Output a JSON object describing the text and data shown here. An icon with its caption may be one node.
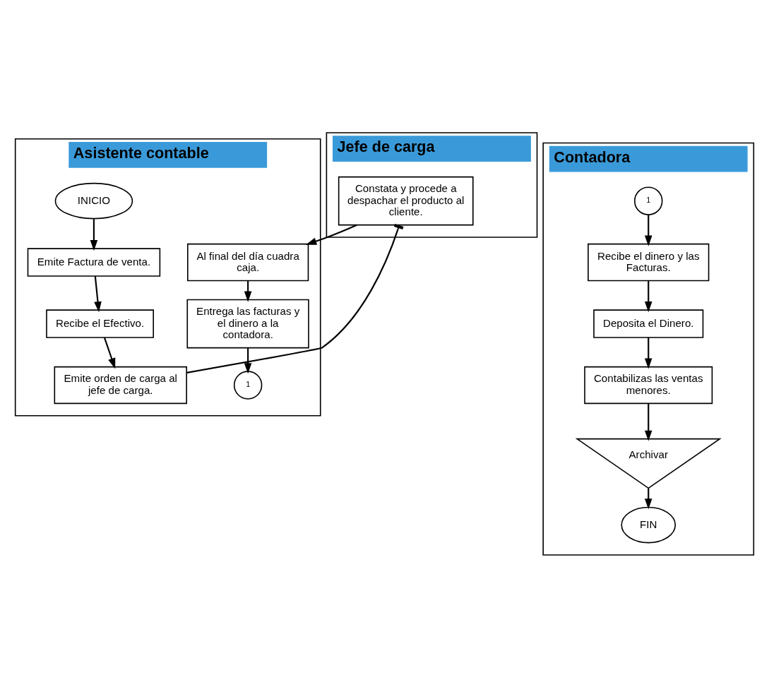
{
  "diagram": {
    "nodes": [
      {
        "text": [
          "Asistente contable"
        ]
      },
      {
        "text": [
          "Jefe de carga"
        ]
      },
      {
        "text": [
          "Contadora"
        ]
      },
      {
        "text": [
          "INICIO"
        ],
        "in": 0
      },
      {
        "text": [
          "Emite Factura de venta."
        ],
        "in": 0
      },
      {
        "text": [
          "Recibe el Efectivo."
        ],
        "in": 0
      },
      {
        "text": [
          "Emite orden de carga al jefe de carga."
        ],
        "in": 0
      },
      {
        "text": [
          "Constata y procede a despachar el producto al cliente."
        ],
        "in": 1
      },
      {
        "text": [
          "Al final del día cuadra caja."
        ],
        "in": 0
      },
      {
        "text": [
          "Entrega las facturas y el dinero a la contadora."
        ],
        "in": 0
      },
      {
        "text": [
          "1"
        ],
        "in": 0
      },
      {
        "text": [
          "1"
        ],
        "in": 2
      },
      {
        "text": [
          "Recibe el dinero y las Facturas."
        ],
        "in": 2
      },
      {
        "text": [
          "Deposita el Dinero."
        ],
        "in": 2
      },
      {
        "text": [
          "Contabilizas las ventas menores."
        ],
        "in": 2
      },
      {
        "text": [
          "Archivar"
        ],
        "in": 2
      },
      {
        "text": [
          "FIN"
        ],
        "in": 2
      }
    ],
    "edges": [
      {
        "from": 3,
        "to": 4,
        "arrow": "to"
      },
      {
        "from": 4,
        "to": 5,
        "arrow": "to"
      },
      {
        "from": 5,
        "to": 6,
        "arrow": "to"
      },
      {
        "from": 6,
        "to": 7,
        "arrow": "other"
      },
      {
        "from": 7,
        "to": 8,
        "arrow": "to"
      },
      {
        "from": 8,
        "to": 9,
        "arrow": "to"
      },
      {
        "from": 9,
        "to": 10,
        "arrow": "to"
      },
      {
        "from": 11,
        "to": 12,
        "arrow": "to"
      },
      {
        "from": 12,
        "to": 13,
        "arrow": "to"
      },
      {
        "from": 13,
        "to": 14,
        "arrow": "to"
      },
      {
        "from": 14,
        "to": 15,
        "arrow": "to"
      },
      {
        "from": 15,
        "to": 16,
        "arrow": "to"
      }
    ]
  }
}
